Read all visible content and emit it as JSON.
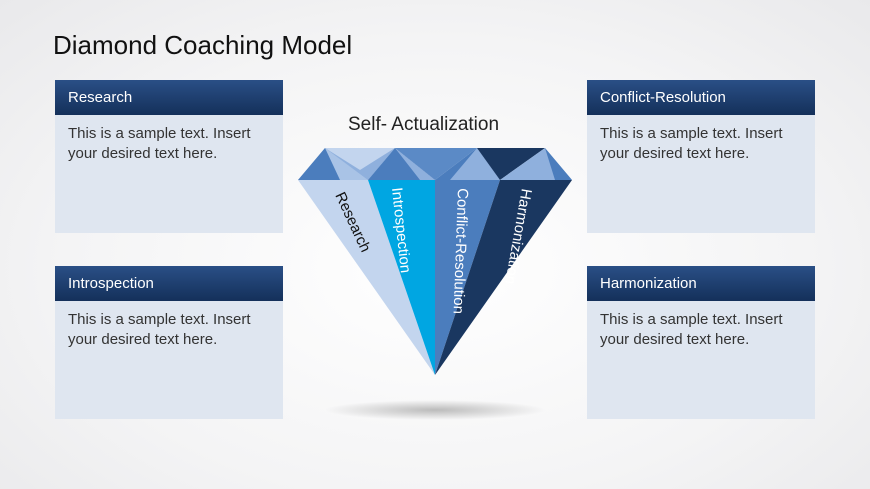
{
  "title": "Diamond Coaching Model",
  "diamond_label": "Self- Actualization",
  "boxes": [
    {
      "heading": "Research",
      "body": "This is a sample text. Insert your desired text here."
    },
    {
      "heading": "Conflict-Resolution",
      "body": "This is a sample text. Insert your desired text here."
    },
    {
      "heading": "Introspection",
      "body": "This is a sample text. Insert your desired text here."
    },
    {
      "heading": "Harmonization",
      "body": "This is a sample text. Insert your desired text here."
    }
  ],
  "facets": [
    {
      "label": "Research",
      "color": "#c3d5ee"
    },
    {
      "label": "Introspection",
      "color": "#00a6e2"
    },
    {
      "label": "Conflict-Resolution",
      "color": "#4b7dbd"
    },
    {
      "label": "Harmonization",
      "color": "#1a3760"
    }
  ]
}
